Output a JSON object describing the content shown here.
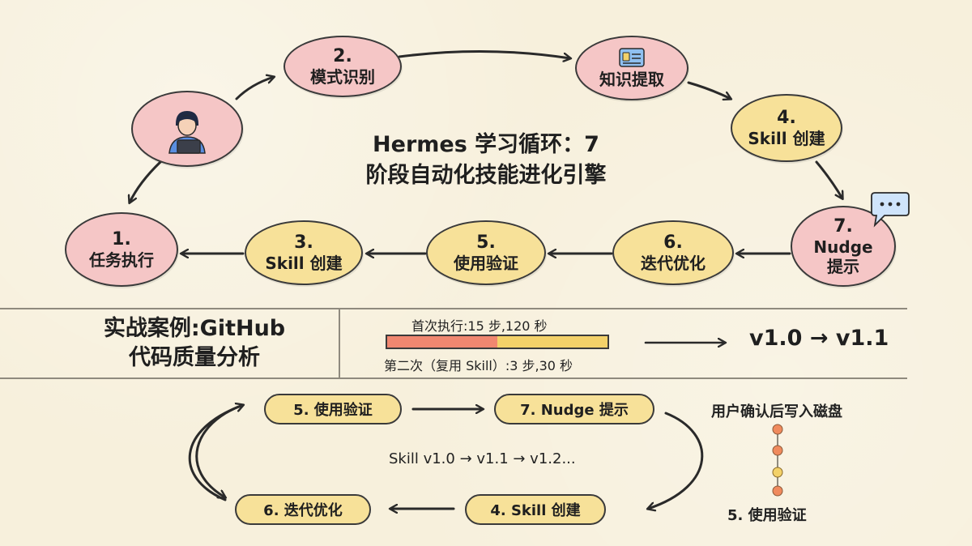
{
  "title": {
    "line1": "Hermes 学习循环：7",
    "line2": "阶段自动化技能进化引擎"
  },
  "cycle": {
    "node_icon_person": {
      "text": ""
    },
    "node2": {
      "num": "2.",
      "label": "模式识别"
    },
    "node_knowledge": {
      "label": "知识提取"
    },
    "node4": {
      "num": "4.",
      "label": "Skill 创建"
    },
    "node7": {
      "num": "7.",
      "label1": "Nudge",
      "label2": "提示"
    },
    "node6": {
      "num": "6.",
      "label": "迭代优化"
    },
    "node5": {
      "num": "5.",
      "label": "使用验证"
    },
    "node3": {
      "num": "3.",
      "label": "Skill 创建"
    },
    "node1": {
      "num": "1.",
      "label": "任务执行"
    }
  },
  "case": {
    "title_line1": "实战案例:GitHub",
    "title_line2": "代码质量分析",
    "first_run": "首次执行:15 步,120 秒",
    "second_run": "第二次（复用 Skill）:3 步,30 秒",
    "version": "v1.0 → v1.1",
    "bar": {
      "first_share": 0.5
    }
  },
  "loop": {
    "pill_validate": "5. 使用验证",
    "pill_nudge": "7. Nudge 提示",
    "pill_optimize": "6. 迭代优化",
    "pill_create": "4. Skill 创建",
    "version_chain": "Skill v1.0 → v1.1 → v1.2...",
    "disk_note": "用户确认后写入磁盘",
    "timeline_label": "5. 使用验证"
  },
  "colors": {
    "pink": "#f5c6c6",
    "yellow": "#f7e199",
    "bar_red": "#f08770",
    "bar_yellow": "#f3d169",
    "dot_orange": "#f08a5d",
    "dot_yellow": "#f3d169"
  },
  "icons": {
    "person": "person-laptop-icon",
    "knowledge": "id-card-icon",
    "chat": "chat-bubble-icon"
  }
}
